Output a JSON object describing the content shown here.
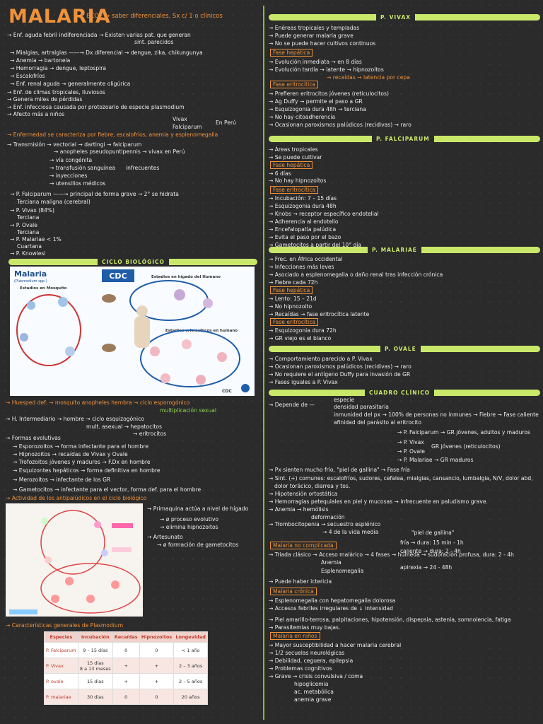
{
  "header": {
    "title": "MALARIA",
    "subtitle": "ECOE → saber diferenciales, Sx c/ 1 o clínicos"
  },
  "left": {
    "intro": [
      "→ Enf. aguda febril indiferenciada → Existen varias pat. que generan",
      "sint. parecidos",
      "→ Mialgias, artralgias ——→ Dx diferencial → dengue, zika, chikungunya",
      "→ Anemia → bartonela",
      "→ Hemorragia → dengue, leptospira",
      "→ Escalofríos",
      "→ Enf. renal aguda → generalmente oligúrica",
      "→ Enf. de climas tropicales, lluviosos",
      "→ Genera miles de pérdidas",
      "→ Enf. infecciosa causada por protozoario de especie plasmodium",
      "→ Afecto más a niños",
      "Vivax",
      "Falciparum",
      "En Perú"
    ],
    "caracteriza": "→ Enfermedad se caracteriza por fiebre, escalofríos, anemia y esplenomegalia",
    "transmision": [
      "→ Transmisión → vectorial → dartingi → falciparum",
      "→ anopheles pseudopuntipennis → vivax en Perú",
      "→ vía congénita",
      "→ transfusión sanguínea",
      "→ inyecciones",
      "→ utensilios médicos",
      "infrecuentes"
    ],
    "especies": [
      "→ P. Falciparum ——→ principal de forma grave → 2° se hidrata",
      "Terciana maligna (cerebral)",
      "→ P. Vivax (84%)",
      "Terciana",
      "→ P. Ovale",
      "Terciana",
      "→ P. Malariae < 1%",
      "Cuartana",
      "→ P. Knowlesi"
    ],
    "ciclo_label": "CICLO BIOLÓGICO",
    "ciclo_img": {
      "logo": "CDC",
      "title": "Malaria",
      "subtitle": "(Plasmodium spp.)",
      "mosquito": "Estadios en Mosquito",
      "humano": "Estadios en hígado del Humano",
      "eritro": "Estadios eritrocíticos en humano",
      "footer": "CDC"
    },
    "ciclo_notes": [
      "→ Huesped def. → mosquito anopheles hembra → ciclo esporogónico",
      "multiplicación sexual",
      "→ H. Intermediario → hombre → ciclo esquizogónico",
      "mult. asexual → hepatocitos",
      "→ eritrocitos",
      "→ Formas evolutivas",
      "→ Esporozoitos → forma infectante para el hombre",
      "→ Hipnozoitos → recaídas de Vivax y Ovale",
      "→ Trofozoitos jóvenes y maduros → F.Dx en hombre",
      "→ Esquizontes hepáticos → forma definitiva en hombre",
      "→ Merozoitos → infectante de los GR",
      "→ Gametocitos → infectante para el vector, forma def. para el hombre",
      "→ Actividad de los antipalúdicos en el ciclo biológico"
    ],
    "antipal": [
      "→ Primaquina actúa a nivel de hígado",
      "→ ø proceso evolutivo",
      "→ elimina hipnozoitos",
      "→ Artesunato",
      "→ ø formación de gametocitos"
    ],
    "caract_title": "→ Características generales de Plasmodium",
    "table": {
      "headers": [
        "Especies",
        "Incubación",
        "Recaídas",
        "Hipnozoitos",
        "Longevidad"
      ],
      "rows": [
        [
          "P. Falciparum",
          "9 – 15 días",
          "0",
          "0",
          "< 1 año"
        ],
        [
          "P. Vivax",
          "15 días\n8 a 13 meses",
          "+",
          "+",
          "2 – 3 años"
        ],
        [
          "P. ovale",
          "15 días",
          "+",
          "+",
          "2 – 5 años"
        ],
        [
          "P. malariae",
          "30 días",
          "0",
          "0",
          "20 años"
        ]
      ]
    }
  },
  "right": {
    "vivax_label": "P. VIVAX",
    "vivax": [
      "→ Enéreas tropicales y templadas",
      "→ Puede generar malaria grave",
      "→ No se puede hacer cultivos continuos",
      "Fase hepática",
      "→ Evolución inmediata → en 8 días",
      "→ Evolución tardía → latente → hipnozoítos",
      "→ recaídas → latencia por cepa",
      "Fase eritrocítica",
      "→ Prefieren eritrocitos jóvenes (reticulocitos)",
      "→ Ag Duffy → permite el paso a GR",
      "→ Esquizogonia dura 48h → terciana",
      "→ No hay citoadherencia",
      "→ Ocasionan paroxismos palúdicos (recidivas) → raro"
    ],
    "falciparum_label": "P. FALCIPARUM",
    "falciparum": [
      "→ Áreas tropicales",
      "→ Se puede cultivar",
      "Fase hepática",
      "→ 6 días",
      "→ No hay hipnozoítos",
      "Fase eritrocítica",
      "→ Incubación: 7 – 15 días",
      "→ Esquizogonia dura 48h",
      "→ Knobs → receptor específico endotelial",
      "→ Adherencia al endotelio",
      "→ Encefalopatía palúdica",
      "→ Evita el paso por el bazo",
      "→ Gametocitos a partir del 10° día"
    ],
    "malariae_label": "P. MALARIAE",
    "malariae": [
      "→ Frec. en África occidental",
      "→ Infecciones más leves",
      "→ Asociado a esplenomegalia o daño renal tras infección crónica",
      "→ Fiebre cada 72h",
      "Fase hepática",
      "→ Lento: 15 – 21d",
      "→ No hipnozoito",
      "→ Recaídas → fase eritrocítica latente",
      "Fase eritrocítica",
      "→ Esquizogonia dura 72h",
      "→ GR viejo es el blanco"
    ],
    "ovale_label": "P. OVALE",
    "ovale": [
      "→ Comportamiento parecido a P. Vivax",
      "→ Ocasionan paroxismos palúdicos (recidivas) → raro",
      "→ No requiere el antígeno Duffy para invasión de GR",
      "→ Fases iguales a P. Vivax"
    ],
    "cuadro_label": "CUADRO CLÍNICO",
    "cuadro": [
      "→ Depende de —",
      "especie",
      "densidad parasitaria",
      "inmunidad del px → 100% de personas no inmunes → Fiebre → Fase caliente",
      "afinidad del parásito al eritrocito",
      "→ P. Falciparum → GR jóvenes, adultos y maduros",
      "→ P. Vivax",
      "→ P. Ovale",
      "GR jóvenes (reticulocitos)",
      "→ P. Malariae → GR maduros",
      "→ Px sienten mucho frío, \"piel de gallina\" → Fase fría",
      "→ Sint. (+) comunes: escalofríos, sudores, cefalea, mialgias, cansancio, lumbalgia, N/V, dolor abd,",
      "dolor torácico, diarrea y tos.",
      "→ Hipotensión ortostática",
      "→ Hemorragias petequiales en piel y mucosas → infrecuente en paludismo grave.",
      "→ Anemia → hemólisis",
      "deformación",
      "→ Trombocitopenia → secuestro esplénico",
      "→ 4 de la vida media",
      "\"piel de gallina\"",
      "Malaria no complicada",
      "fría → dura: 15 min - 1h",
      "caliente → dura: 2 - 4h",
      "→ Triada clásico → Acceso malárico → 4 fases → húmeda → sudoración profusa, dura: 2 - 4h",
      "Anemia",
      "apirexia → 24 - 48h",
      "Esplenomegalia",
      "→ Puede haber ictericia",
      "Malaria crónica",
      "→ Esplenomegalia con hepatomegalia dolorosa",
      "→ Accesos febriles irregulares de ↓ intensidad",
      "→ Piel amarillo-terrosa, palpitaciones, hipotensión, dispepsia, astenia, somnolencia, fatiga",
      "→ Parasitemias muy bajas.",
      "Malaria en niños",
      "→ Mayor susceptibilidad a hacer malaria cerebral",
      "→ 1/2 secuelas neurológicas",
      "→ Debilidad, ceguera, epilepsia",
      "→ Problemas cognitivos",
      "→ Grave → crisis convulsiva / coma",
      "hipoglicemia",
      "ac. metabólica",
      "anemia grave"
    ]
  },
  "colors": {
    "background": "#2b2b2b",
    "accent_orange": "#f0923a",
    "accent_green": "#c9e86a",
    "text": "#ececec"
  }
}
